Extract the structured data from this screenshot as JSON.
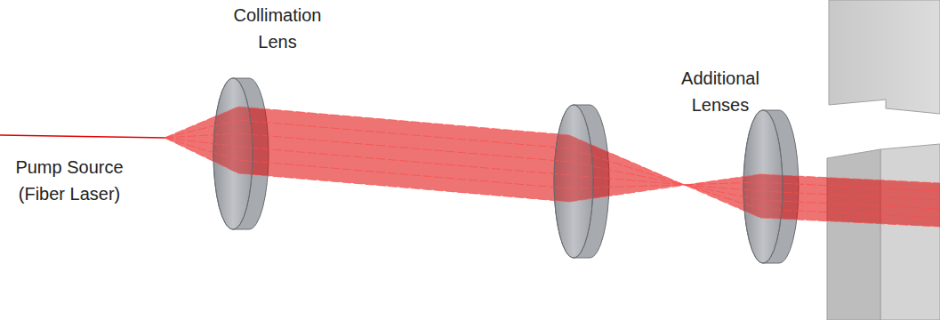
{
  "diagram": {
    "labels": [
      "Collimation Lens",
      "Additional Lenses",
      "Pump Source (Fiber Laser)"
    ]
  }
}
